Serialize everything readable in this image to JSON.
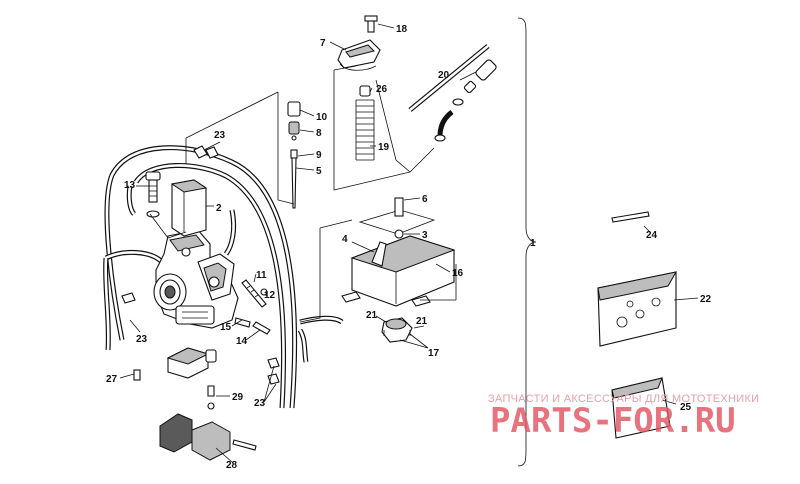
{
  "callouts": {
    "c1": "1",
    "c2": "2",
    "c3": "3",
    "c4": "4",
    "c5": "5",
    "c6": "6",
    "c7": "7",
    "c8": "8",
    "c9": "9",
    "c10": "10",
    "c11": "11",
    "c12": "12",
    "c13": "13",
    "c14": "14",
    "c15": "15",
    "c16": "16",
    "c17": "17",
    "c18": "18",
    "c19": "19",
    "c20": "20",
    "c21": "21",
    "c22": "22",
    "c23": "23",
    "c24": "24",
    "c25": "25",
    "c26": "26",
    "c27": "27",
    "c28": "28",
    "c29": "29"
  },
  "watermark": {
    "tagline": "ЗАПЧАСТИ И АКСЕССУАРЫ ДЛЯ МОТОТЕХНИКИ",
    "brand": "PARTS-FOR.RU"
  },
  "colors": {
    "line": "#111111",
    "watermark": "#e25563",
    "watermark_light": "#e9a0a7"
  }
}
